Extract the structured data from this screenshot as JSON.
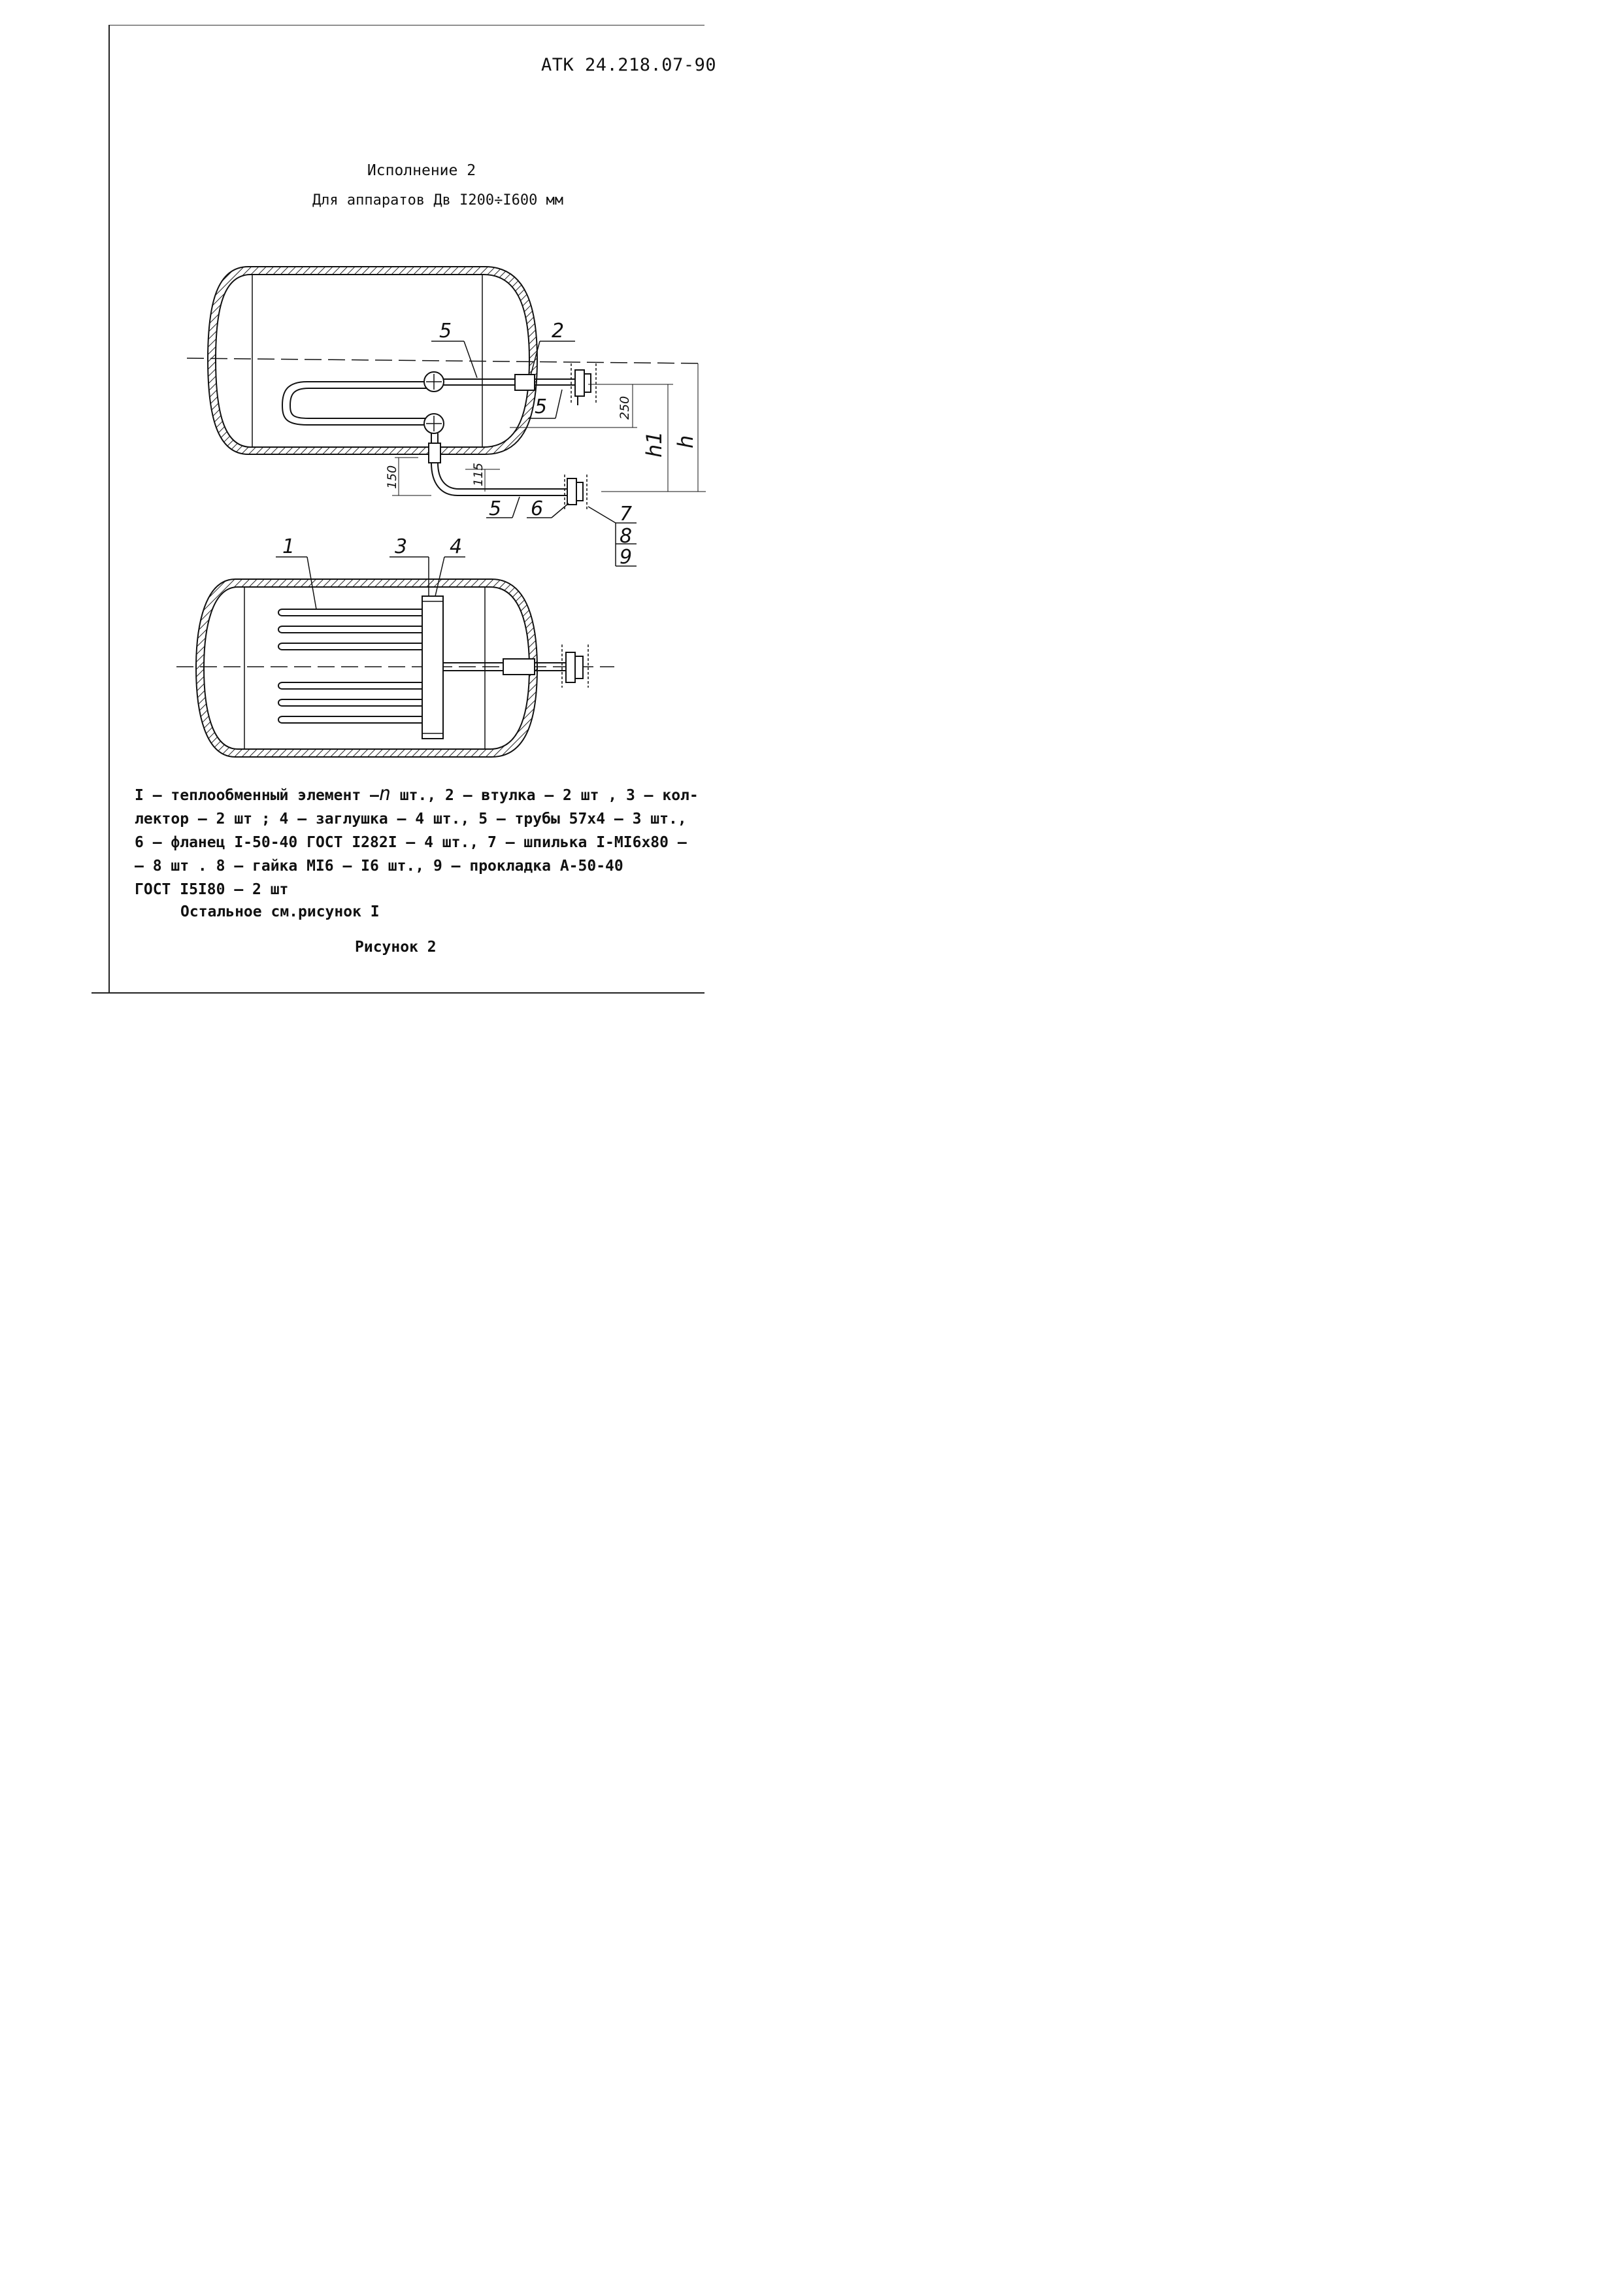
{
  "header": {
    "doc_code": "АТК 24.218.07-90"
  },
  "titles": {
    "variant": "Исполнение 2",
    "scope": "Для аппаратов Дв I200÷I600 мм"
  },
  "drawing": {
    "callouts_top": [
      "5",
      "2",
      "5",
      "5",
      "6",
      "7",
      "8",
      "9"
    ],
    "callouts_bottom": [
      "1",
      "3",
      "4"
    ],
    "dimensions": {
      "d250": "250",
      "h1": "h1",
      "h": "h",
      "d150": "150",
      "d115": "115"
    }
  },
  "legend": {
    "lines": [
      "I – теплообменный элемент –",
      "лектор – 2 шт ; 4 – заглушка – 4 шт., 5 – трубы 57х4 – 3 шт.,",
      "6 – фланец I-50-40 ГОСТ I282I – 4 шт., 7 – шпилька I-MI6х80 –",
      "– 8 шт . 8 – гайка MI6 – I6 шт., 9 – прокладка А-50-40",
      "ГОСТ I5I80 – 2 шт"
    ],
    "n_symbol": "n",
    "line1_tail": " шт., 2 – втулка – 2 шт , 3 – кол-"
  },
  "note": "Остальное см.рисунок I",
  "caption": "Рисунок 2"
}
